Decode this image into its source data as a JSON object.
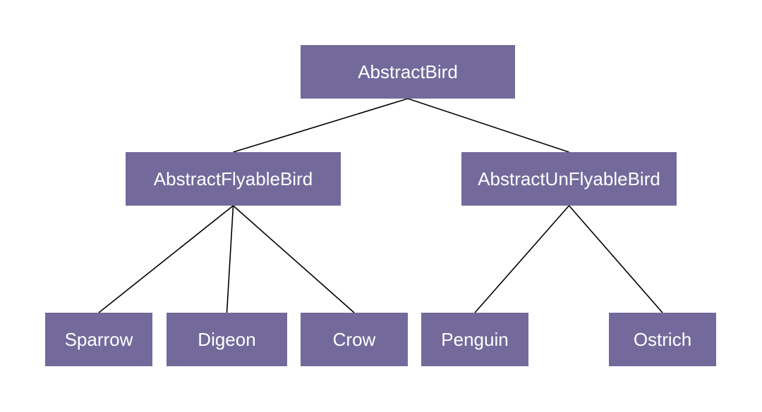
{
  "colors": {
    "node_fill": "#736a9b",
    "node_text": "#ffffff",
    "edge": "#000000",
    "background": "#ffffff"
  },
  "nodes": {
    "root": "AbstractBird",
    "flyable": "AbstractFlyableBird",
    "unflyable": "AbstractUnFlyableBird",
    "sparrow": "Sparrow",
    "digeon": "Digeon",
    "crow": "Crow",
    "penguin": "Penguin",
    "ostrich": "Ostrich"
  },
  "edges": [
    {
      "from": "root",
      "to": "flyable"
    },
    {
      "from": "root",
      "to": "unflyable"
    },
    {
      "from": "flyable",
      "to": "sparrow"
    },
    {
      "from": "flyable",
      "to": "digeon"
    },
    {
      "from": "flyable",
      "to": "crow"
    },
    {
      "from": "unflyable",
      "to": "penguin"
    },
    {
      "from": "unflyable",
      "to": "ostrich"
    }
  ]
}
